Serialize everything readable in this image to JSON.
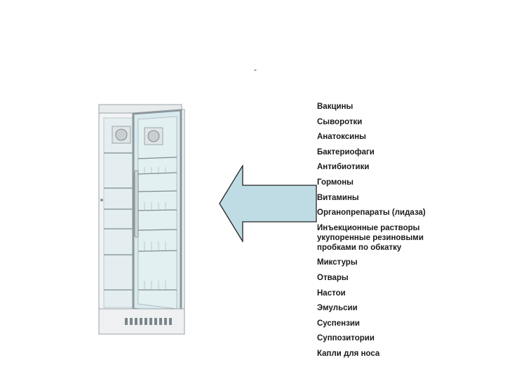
{
  "header": {
    "mark": "-"
  },
  "items": [
    "Вакцины",
    "Сыворотки",
    "Анатоксины",
    "Бактериофаги",
    "Антибиотики",
    "Гормоны",
    "Витамины",
    "Органопрепараты (лидаза)",
    "Инъекционные растворы укупоренные резиновыми пробками по обкатку",
    "Микстуры",
    "Отвары",
    "Настои",
    "Эмульсии",
    "Суспензии",
    "Суппозитории",
    "Капли для носа"
  ],
  "colors": {
    "arrow_fill": "#bfdce4",
    "arrow_stroke": "#222222",
    "fridge_body": "#f2f4f5",
    "fridge_glass": "#dfeef0",
    "fridge_frame": "#9aa3a8"
  },
  "icons": {
    "fridge": "pharmacy-refrigerator-image",
    "arrow": "left-arrow-shape"
  }
}
